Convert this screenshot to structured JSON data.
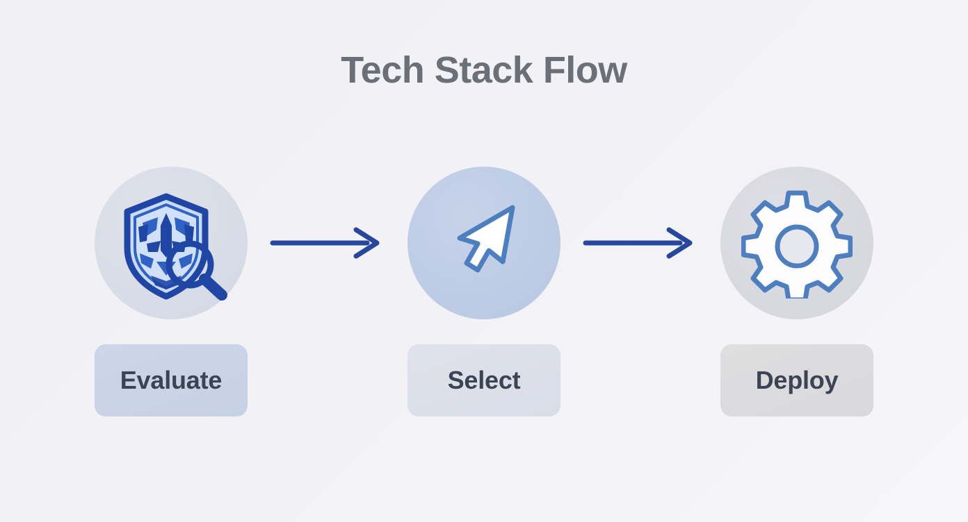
{
  "page": {
    "title": "Tech Stack Flow",
    "background_color": "#f1f1f5"
  },
  "colors": {
    "title_text": "#6b6f78",
    "label_text": "#3b4354",
    "arrow": "#26479b",
    "icon_blue_dark": "#1f45a5",
    "icon_blue_mid": "#2f62c4",
    "icon_blue_light": "#c9dcf7",
    "icon_outline": "#4d7ec0",
    "circle_1_bg": "#d8dce6",
    "circle_2_bg": "#bdcbe5",
    "circle_3_bg": "#d8d9df",
    "pill_1_bg": "#ccd6e8",
    "pill_2_bg": "#dfe2ea",
    "pill_3_bg": "#dedede"
  },
  "flow": {
    "steps": [
      {
        "id": "evaluate",
        "label": "Evaluate",
        "icon": "shield-lion-magnifier-icon"
      },
      {
        "id": "select",
        "label": "Select",
        "icon": "cursor-arrow-icon"
      },
      {
        "id": "deploy",
        "label": "Deploy",
        "icon": "gear-icon"
      }
    ],
    "connectors": [
      {
        "id": "connector-1",
        "icon": "arrow-right-icon"
      },
      {
        "id": "connector-2",
        "icon": "arrow-right-icon"
      }
    ]
  }
}
